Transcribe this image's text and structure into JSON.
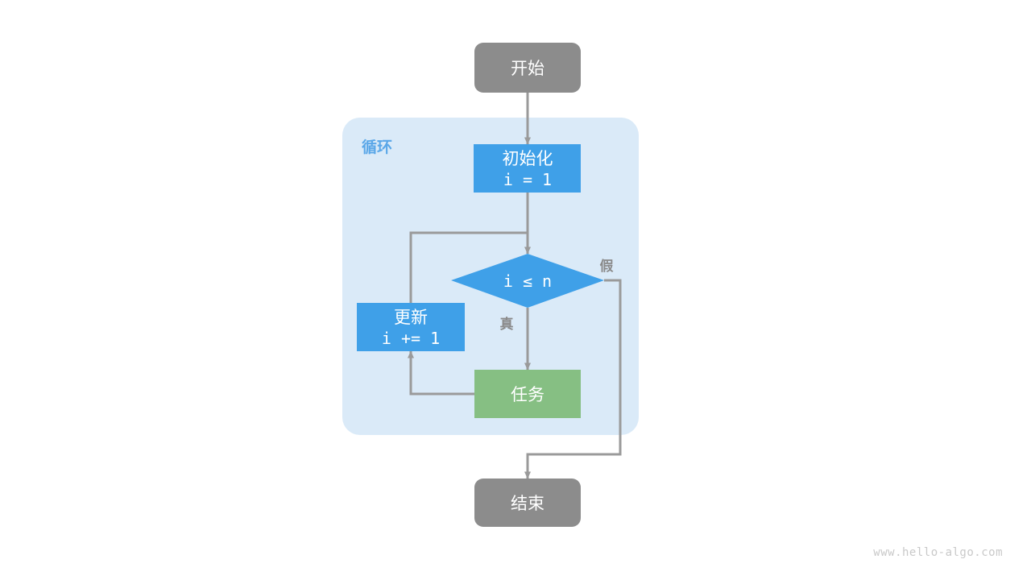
{
  "diagram": {
    "title_watermark": "www.hello-algo.com",
    "group": {
      "label": "循环",
      "color": "#daeaf8",
      "label_color": "#5aa7e8"
    },
    "colors": {
      "terminal": "#8c8c8c",
      "process": "#3fa0e8",
      "decision": "#3fa0e8",
      "task": "#86bf83",
      "edge": "#9a9a9a",
      "edge_label": "#8a8a8a",
      "node_text": "#ffffff",
      "background": "#ffffff"
    },
    "nodes": [
      {
        "id": "start",
        "shape": "rounded-rect",
        "label": "开始",
        "code": ""
      },
      {
        "id": "init",
        "shape": "rect",
        "label": "初始化",
        "code": "i = 1"
      },
      {
        "id": "condition",
        "shape": "diamond",
        "label": "",
        "code": "i ≤ n"
      },
      {
        "id": "update",
        "shape": "rect",
        "label": "更新",
        "code": "i += 1"
      },
      {
        "id": "task",
        "shape": "rect",
        "label": "任务",
        "code": ""
      },
      {
        "id": "end",
        "shape": "rounded-rect",
        "label": "结束",
        "code": ""
      }
    ],
    "edges": [
      {
        "id": "start-to-init",
        "from": "start",
        "to": "init",
        "label": ""
      },
      {
        "id": "init-to-condition",
        "from": "init",
        "to": "condition",
        "label": ""
      },
      {
        "id": "condition-to-task",
        "from": "condition",
        "to": "task",
        "label": "真"
      },
      {
        "id": "condition-to-end",
        "from": "condition",
        "to": "end",
        "label": "假"
      },
      {
        "id": "task-to-update",
        "from": "task",
        "to": "update",
        "label": ""
      },
      {
        "id": "update-to-condition",
        "from": "update",
        "to": "condition",
        "label": ""
      }
    ]
  }
}
